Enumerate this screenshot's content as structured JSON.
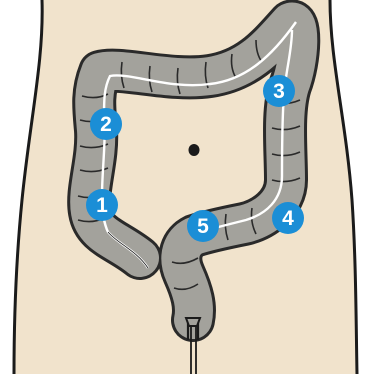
{
  "diagram": {
    "subject": "colon-abdomen-diagram",
    "colors": {
      "background": "#ffffff",
      "skin": "#f1e3cc",
      "body_outline": "#1b1b1b",
      "colon_fill": "#a3a29c",
      "colon_outline": "#2a2a2a",
      "scope_tube": "#ffffff",
      "marker_fill": "#1b8ed6",
      "marker_text": "#ffffff",
      "navel": "#1b1b1b"
    },
    "markers": [
      {
        "label": "1",
        "icon": "numbered-marker-icon"
      },
      {
        "label": "2",
        "icon": "numbered-marker-icon"
      },
      {
        "label": "3",
        "icon": "numbered-marker-icon"
      },
      {
        "label": "4",
        "icon": "numbered-marker-icon"
      },
      {
        "label": "5",
        "icon": "numbered-marker-icon"
      }
    ]
  }
}
